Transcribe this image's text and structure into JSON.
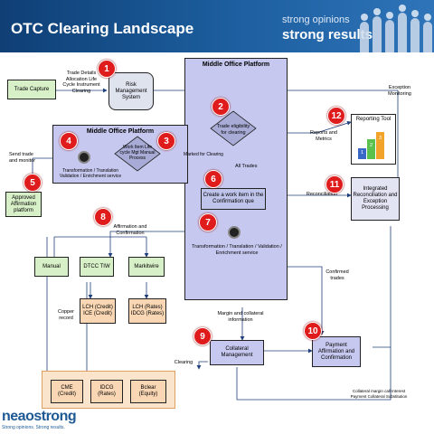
{
  "header": {
    "title": "OTC Clearing Landscape",
    "tagline_line1": "strong opinions",
    "tagline_line2": "strong results"
  },
  "platforms": {
    "middle_office_right": "Middle Office Platform",
    "middle_office_left": "Middle Office Platform"
  },
  "nodes": {
    "trade_capture": "Trade Capture",
    "risk_management": "Risk Management System",
    "trade_eligibility": "Trade eligibility for clearing",
    "work_item_lifecycle": "Work Item Life cycle Mgt Manual Process",
    "transformation_left": "Transformation / Translation Validation / Enrichment service",
    "create_work_item": "Create a work item in the Confirmation que",
    "transformation_right": "Transformation / Translation / Validation / Enrichment service",
    "approved_affirmation": "Approved Affirmation platform",
    "manual": "Manual",
    "dtcc_tiw": "DTCC TIW",
    "markitwire": "Markitwire",
    "lch_credit": "LCH (Credit) ICE (Credit)",
    "lch_rates": "LCH (Rates) IDCG (Rates)",
    "reporting_tool": "Reporting Tool",
    "integrated_reconciliation": "Integrated Reconciliation and Exception Processing",
    "collateral_management": "Collateral Management",
    "payment_affirmation": "Payment Affirmation and Confirmation",
    "cme": "CME (Credit)",
    "idcg": "IDCG (Rates)",
    "bclear": "Bclear (Equity)"
  },
  "labels": {
    "trade_details": "Trade Details Allocation Life Cycle Instrument Clearing",
    "exception_monitoring": "Exception Monitoring",
    "send_trade": "Send trade and monitor",
    "marked_for_clearing": "Marked for Clearing",
    "all_trades": "All Trades",
    "reports_metrics": "Reports and Metrics",
    "reconciliation": "Reconciliation",
    "affirmation_confirmation": "Affirmation and Confirmation",
    "confirmed_trades": "Confirmed trades",
    "copper_record": "Copper record",
    "margin_collateral": "Margin and collateral information",
    "clearing": "Clearing",
    "collateral_margin_call": "Collateral margin call Interest Payment Collateral Substitution"
  },
  "badges": [
    "1",
    "2",
    "3",
    "4",
    "5",
    "6",
    "7",
    "8",
    "9",
    "10",
    "11",
    "12"
  ],
  "reporting_bars": [
    "1",
    "2",
    "3"
  ],
  "logo": {
    "name": "neaostrong",
    "tagline": "Strong opinions. Strong results."
  },
  "colors": {
    "header_blue": "#1d5fa0",
    "platform_lavender": "#c7c8ef",
    "badge_red": "#e01b1b",
    "green_box": "#d8f0c8",
    "orange_box": "#fad7b4"
  }
}
